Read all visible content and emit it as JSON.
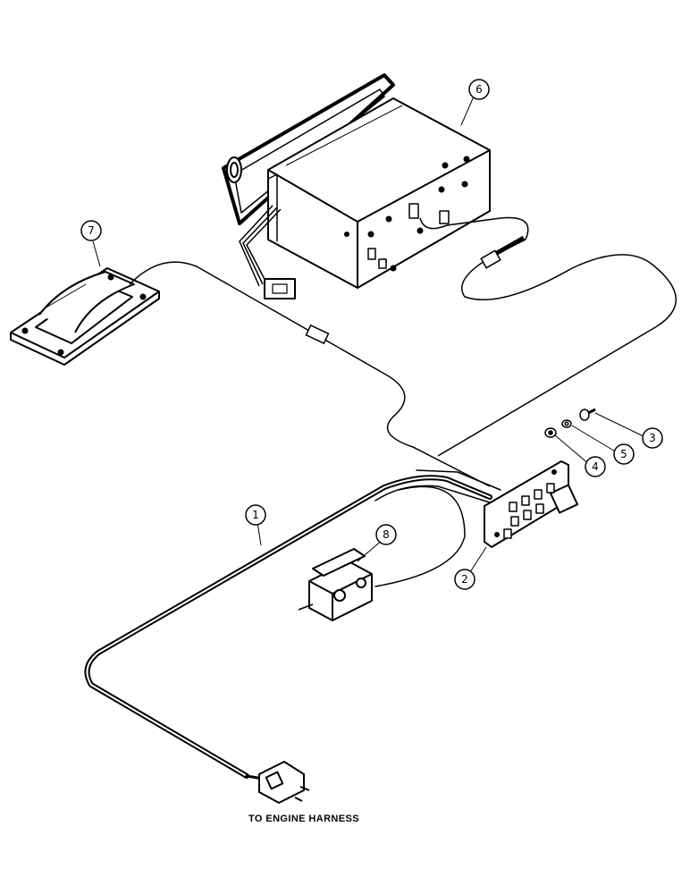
{
  "callouts": [
    {
      "id": "1",
      "label": "1"
    },
    {
      "id": "2",
      "label": "2"
    },
    {
      "id": "3",
      "label": "3"
    },
    {
      "id": "4",
      "label": "4"
    },
    {
      "id": "5",
      "label": "5"
    },
    {
      "id": "6",
      "label": "6"
    },
    {
      "id": "7",
      "label": "7"
    },
    {
      "id": "8",
      "label": "8"
    }
  ],
  "caption": "TO ENGINE HARNESS",
  "colors": {
    "ink": "#000000",
    "background": "#ffffff",
    "shade": "#555555"
  }
}
